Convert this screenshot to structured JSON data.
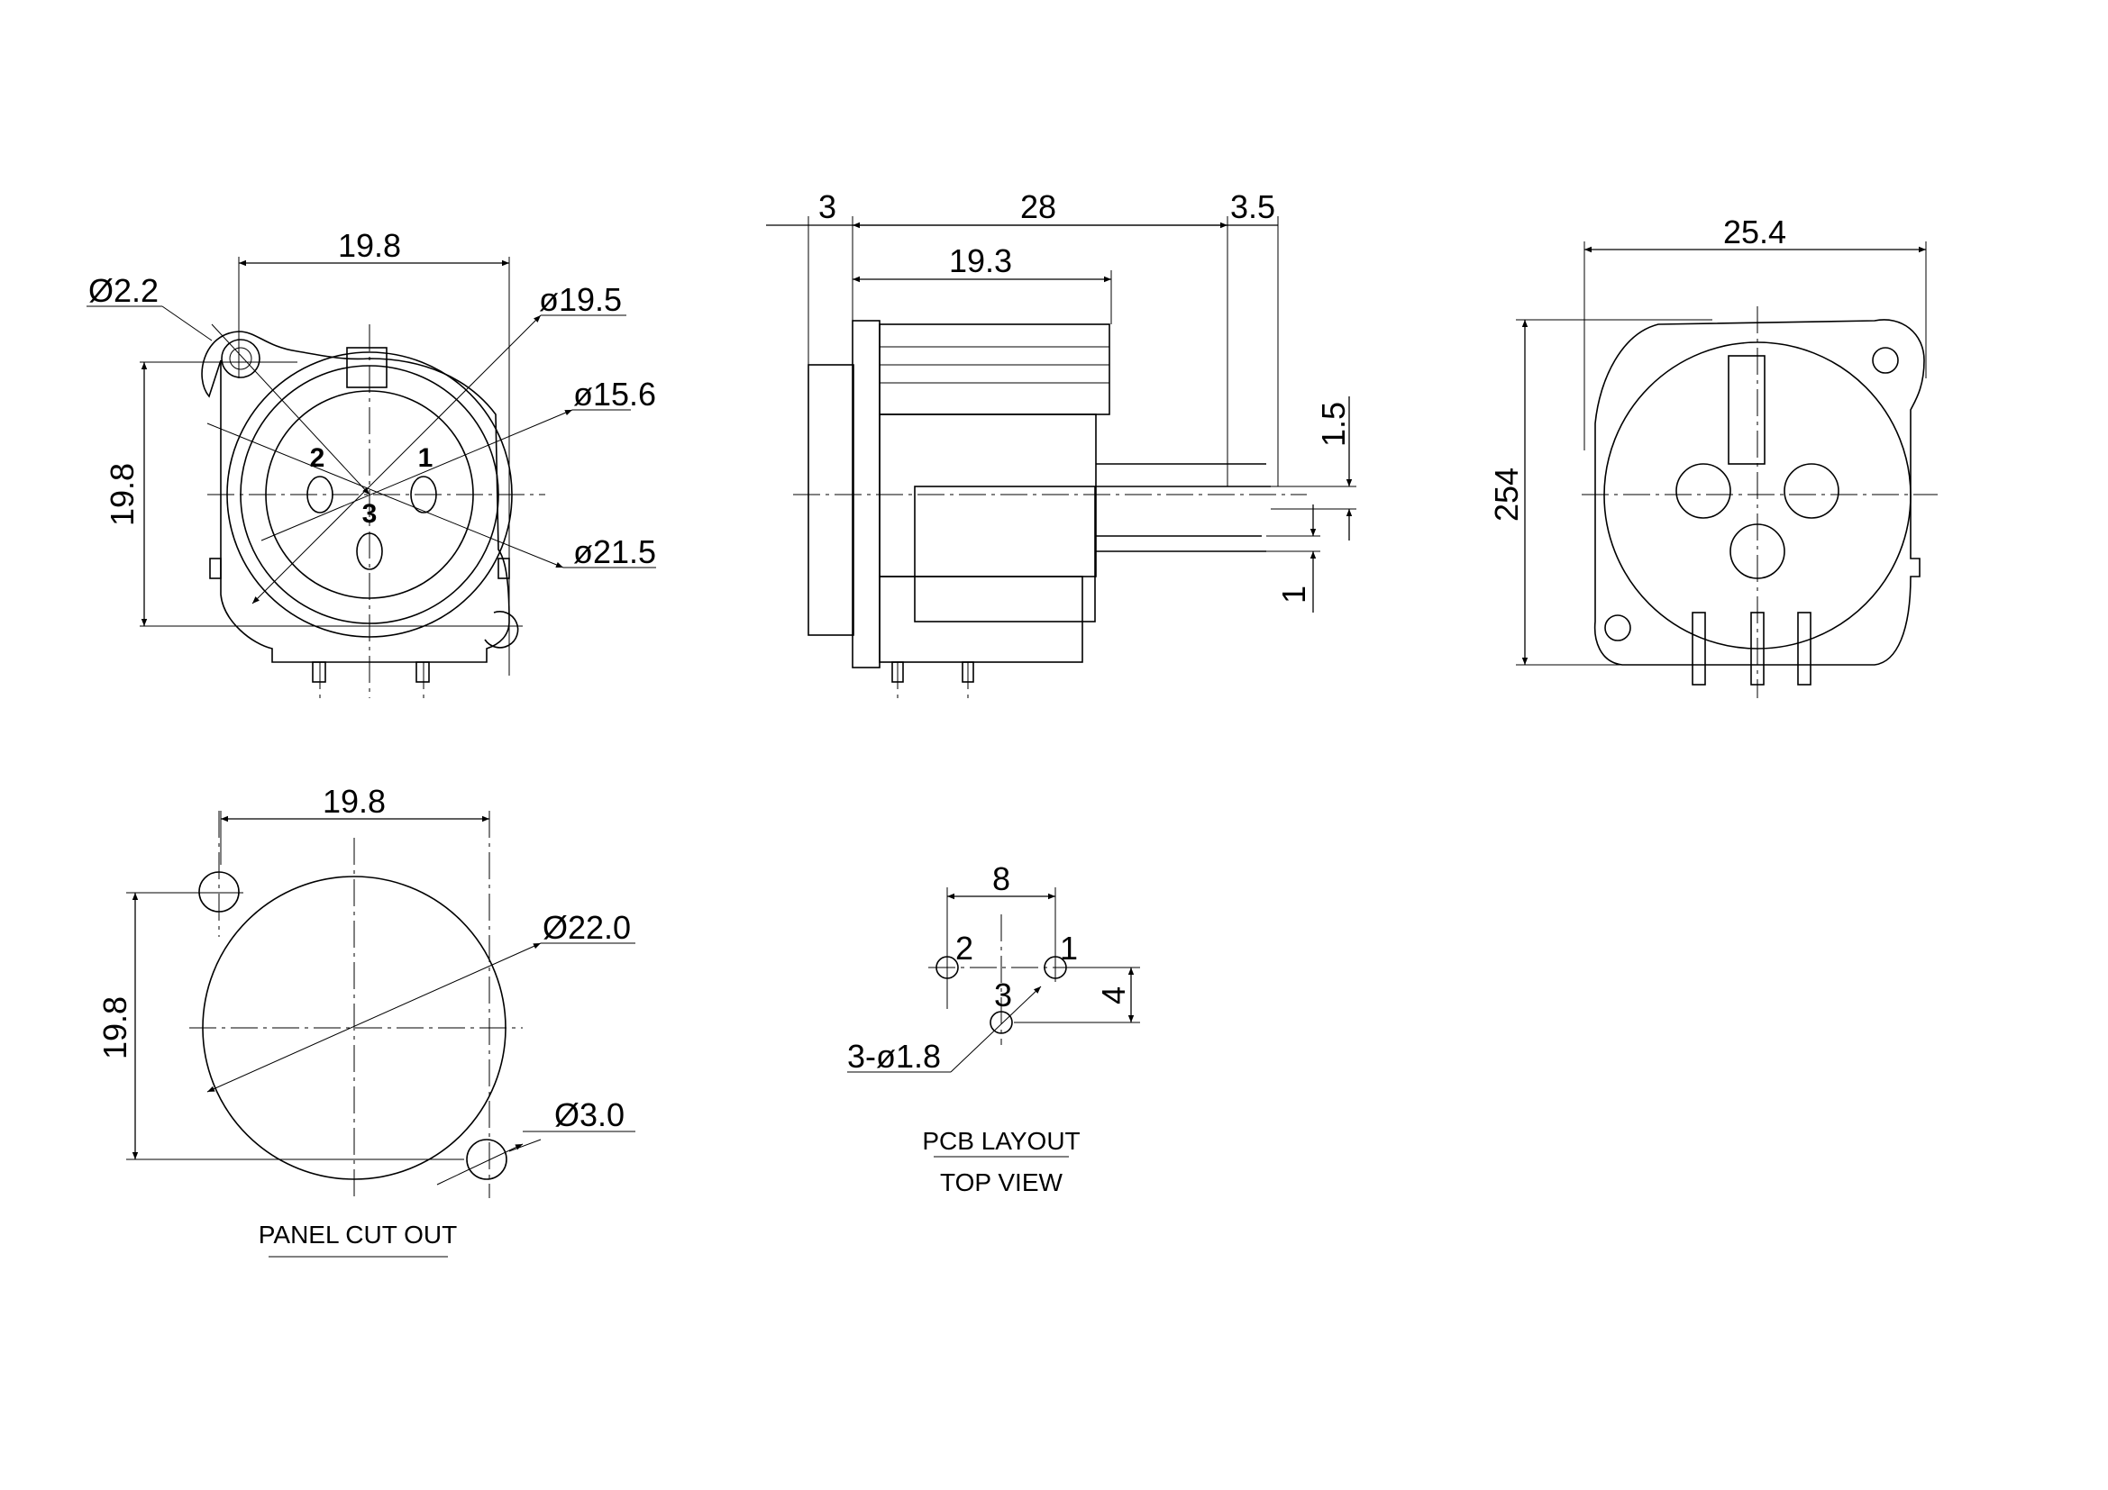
{
  "front_view": {
    "width_dim": "19.8",
    "height_dim": "19.8",
    "mount_hole_dia": "Ø2.2",
    "dia_19_5": "ø19.5",
    "dia_15_6": "ø15.6",
    "dia_21_5": "ø21.5",
    "pin_labels": [
      "1",
      "2",
      "3"
    ]
  },
  "side_view": {
    "flange_dim": "3",
    "length_dim": "28",
    "pin_tail_dim": "3.5",
    "body_dim": "19.3",
    "pin_offset_dim": "1.5",
    "pin_spacing_dim": "1"
  },
  "rear_view": {
    "width_dim": "25.4",
    "height_dim": "254"
  },
  "panel_cutout": {
    "width_dim": "19.8",
    "height_dim": "19.8",
    "cutout_dia": "Ø22.0",
    "hole_dia": "Ø3.0",
    "title": "PANEL CUT OUT"
  },
  "pcb_layout": {
    "pin_spacing": "8",
    "row_offset": "4",
    "hole_spec": "3-ø1.8",
    "pin_labels": [
      "1",
      "2",
      "3"
    ],
    "title": "PCB LAYOUT",
    "subtitle": "TOP VIEW"
  }
}
